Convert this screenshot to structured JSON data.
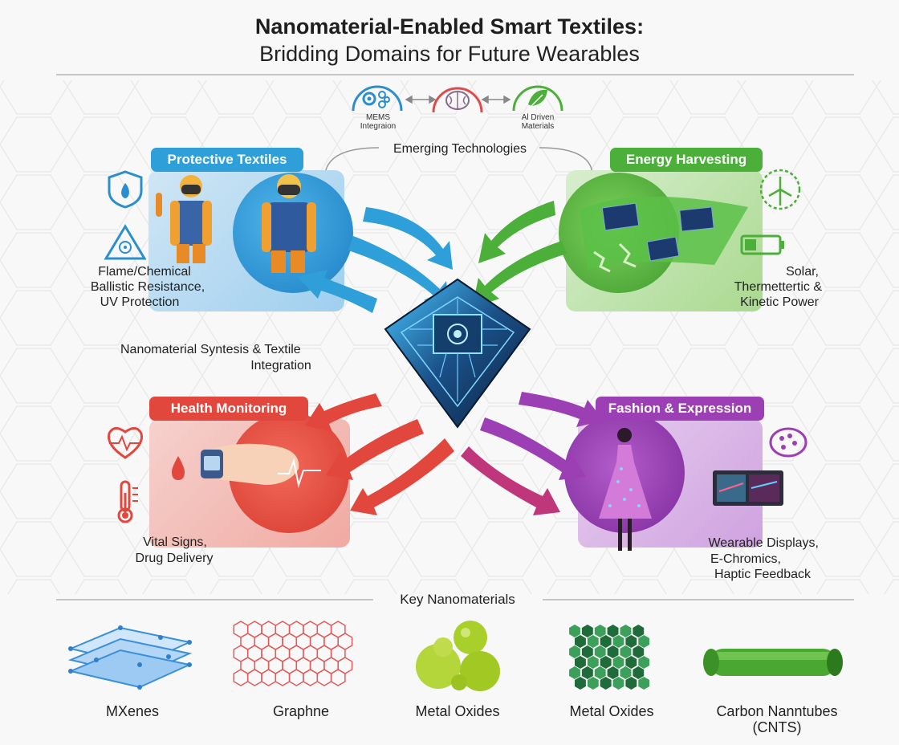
{
  "title": "Nanomaterial-Enabled Smart Textiles:",
  "subtitle": "Bridding Domains for Future Wearables",
  "top": {
    "left_label": "MEMS Integraion",
    "right_label": "Al Driven Materials",
    "emerging": "Emerging Technologies"
  },
  "center_label_1": "Nanomaterial Syntesis & Textile",
  "center_label_2": "Integration",
  "domains": {
    "protective": {
      "title": "Protective Textiles",
      "desc": [
        "Flame/Chemical",
        "Ballistic Resistance,",
        "UV Protection"
      ],
      "color": "#2e9fd8"
    },
    "energy": {
      "title": "Energy Harvesting",
      "desc": [
        "Solar,",
        "Thermettertic &",
        "Kinetic Power"
      ],
      "color": "#4caf3a"
    },
    "health": {
      "title": "Health Monitoring",
      "desc": [
        "Vital Signs,",
        "Drug Delivery"
      ],
      "color": "#e2473d"
    },
    "fashion": {
      "title": "Fashion & Expression",
      "desc": [
        "Wearable Displays,",
        "E-Chromics,",
        "Haptic Feedback"
      ],
      "color": "#9c3fb5"
    }
  },
  "key_nanomaterials": {
    "heading": "Key Nanomaterials",
    "items": [
      {
        "label": "MXenes"
      },
      {
        "label": "Graphne"
      },
      {
        "label": "Metal Oxides"
      },
      {
        "label": "Metal Oxides"
      },
      {
        "label": "Carbon Nanntubes",
        "label2": "(CNTS)"
      }
    ]
  }
}
